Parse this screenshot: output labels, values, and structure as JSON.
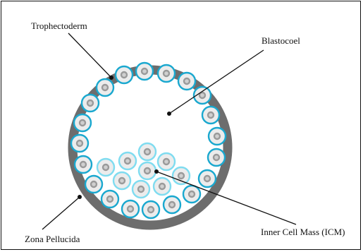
{
  "diagram": {
    "title": "",
    "labels": {
      "trophectoderm": "Trophectoderm",
      "blastocoel": "Blastocoel",
      "inner_cell_mass": "Inner Cell Mass (ICM)",
      "zona_pellucida": "Zona Pellucida"
    },
    "colors": {
      "zona_pellucida": "#6d6d6d",
      "trophectoderm_cell": "#1aa8cf",
      "icm_cell": "#7fdcf0",
      "cell_fill": "#ececec",
      "nucleus": "#9a9a9a",
      "nucleus_inner": "#cfcfcf",
      "leader_line": "#111111"
    }
  }
}
